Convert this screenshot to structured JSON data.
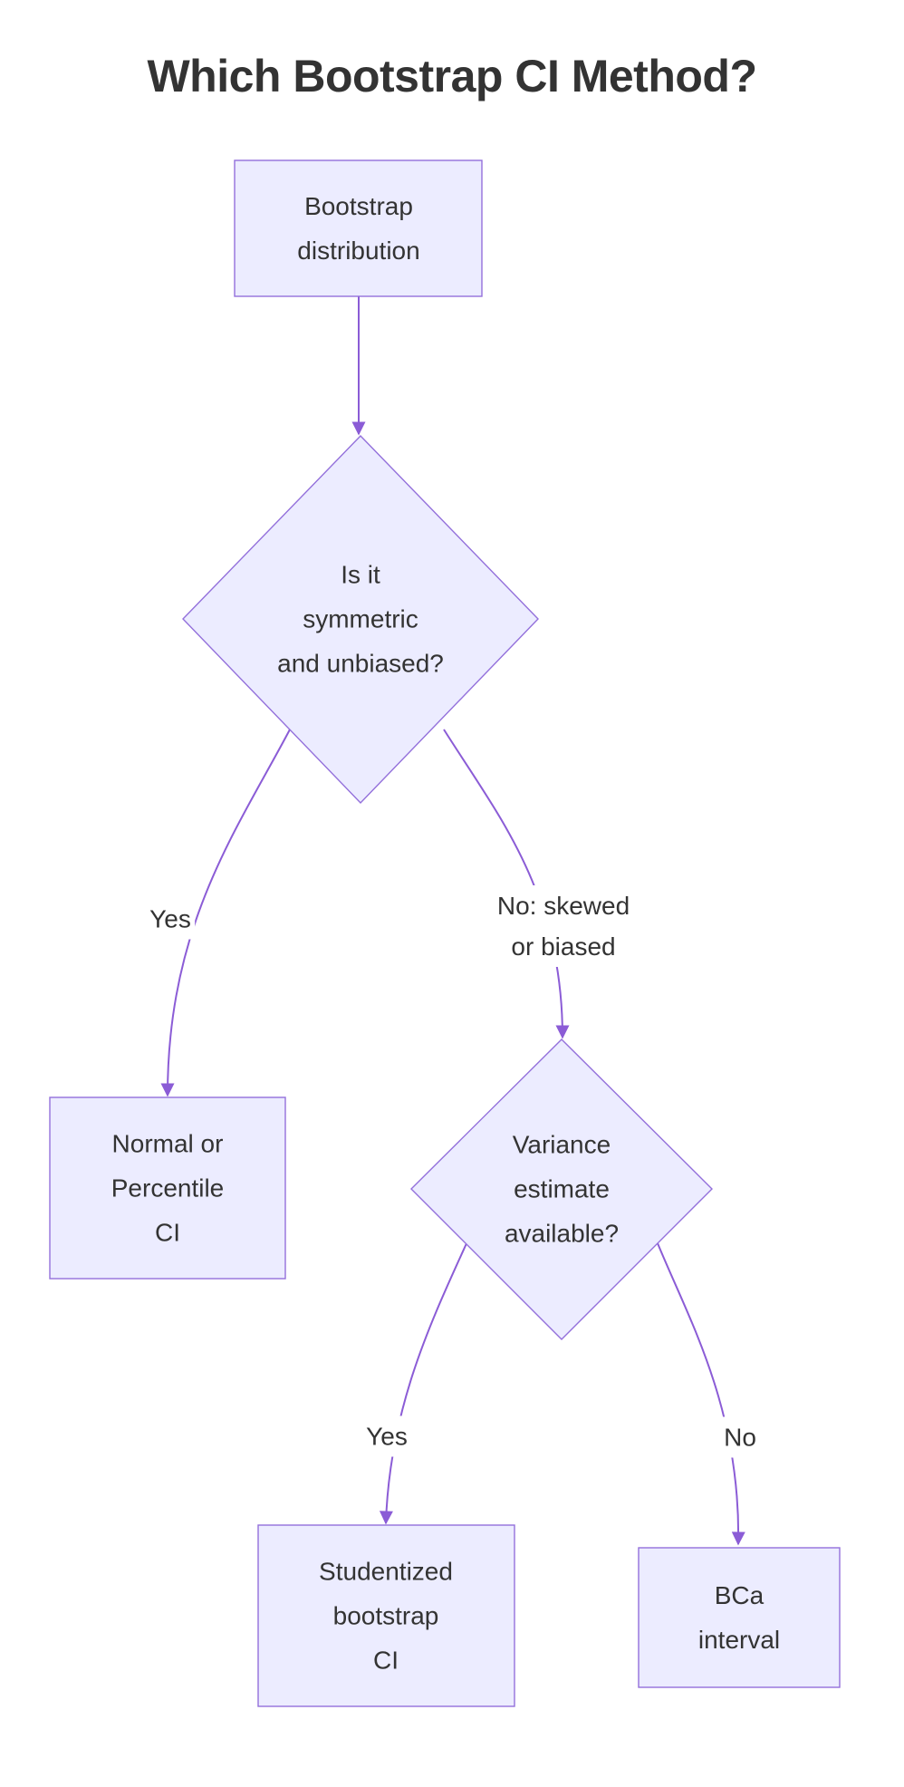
{
  "title": "Which Bootstrap CI Method?",
  "colors": {
    "node_fill": "#ECECFF",
    "node_border": "#9370DB",
    "edge_line": "#8B5CD6",
    "text": "#333333",
    "background": "#FFFFFF"
  },
  "nodes": [
    {
      "shape": "rectangle",
      "lines": [
        "Bootstrap",
        "distribution"
      ]
    },
    {
      "shape": "diamond",
      "lines": [
        "Is it",
        "symmetric",
        "and unbiased?"
      ]
    },
    {
      "shape": "rectangle",
      "lines": [
        "Normal or",
        "Percentile",
        "CI"
      ]
    },
    {
      "shape": "diamond",
      "lines": [
        "Variance",
        "estimate",
        "available?"
      ]
    },
    {
      "shape": "rectangle",
      "lines": [
        "Studentized",
        "bootstrap",
        "CI"
      ]
    },
    {
      "shape": "rectangle",
      "lines": [
        "BCa",
        "interval"
      ]
    }
  ],
  "edges": [
    {
      "from": "Bootstrap distribution",
      "to": "Is it symmetric and unbiased?",
      "label": ""
    },
    {
      "from": "Is it symmetric and unbiased?",
      "to": "Normal or Percentile CI",
      "label": "Yes",
      "label_lines": [
        "Yes"
      ]
    },
    {
      "from": "Is it symmetric and unbiased?",
      "to": "Variance estimate available?",
      "label": "No: skewed or biased",
      "label_lines": [
        "No: skewed",
        "or biased"
      ]
    },
    {
      "from": "Variance estimate available?",
      "to": "Studentized bootstrap CI",
      "label": "Yes",
      "label_lines": [
        "Yes"
      ]
    },
    {
      "from": "Variance estimate available?",
      "to": "BCa interval",
      "label": "No",
      "label_lines": [
        "No"
      ]
    }
  ]
}
